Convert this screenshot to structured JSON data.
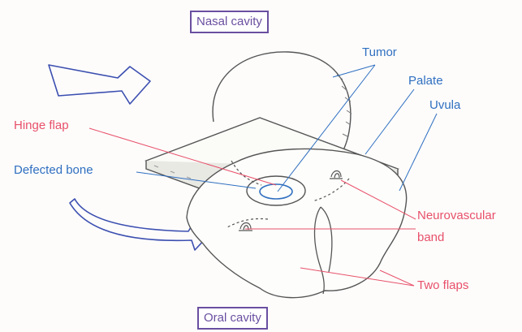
{
  "boxes": {
    "top": "Nasal cavity",
    "bottom": "Oral cavity"
  },
  "labels": {
    "tumor": "Tumor",
    "palate": "Palate",
    "uvula": "Uvula",
    "hinge_flap": "Hinge flap",
    "defected_bone": "Defected bone",
    "neurovascular_line1": "Neurovascular",
    "neurovascular_line2": "band",
    "two_flaps": "Two flaps"
  },
  "colors": {
    "blue_labels": "#2f6fc0",
    "red_labels": "#e8506a",
    "box_border": "#6a4fa0",
    "arrows": "#3c4fb0"
  }
}
